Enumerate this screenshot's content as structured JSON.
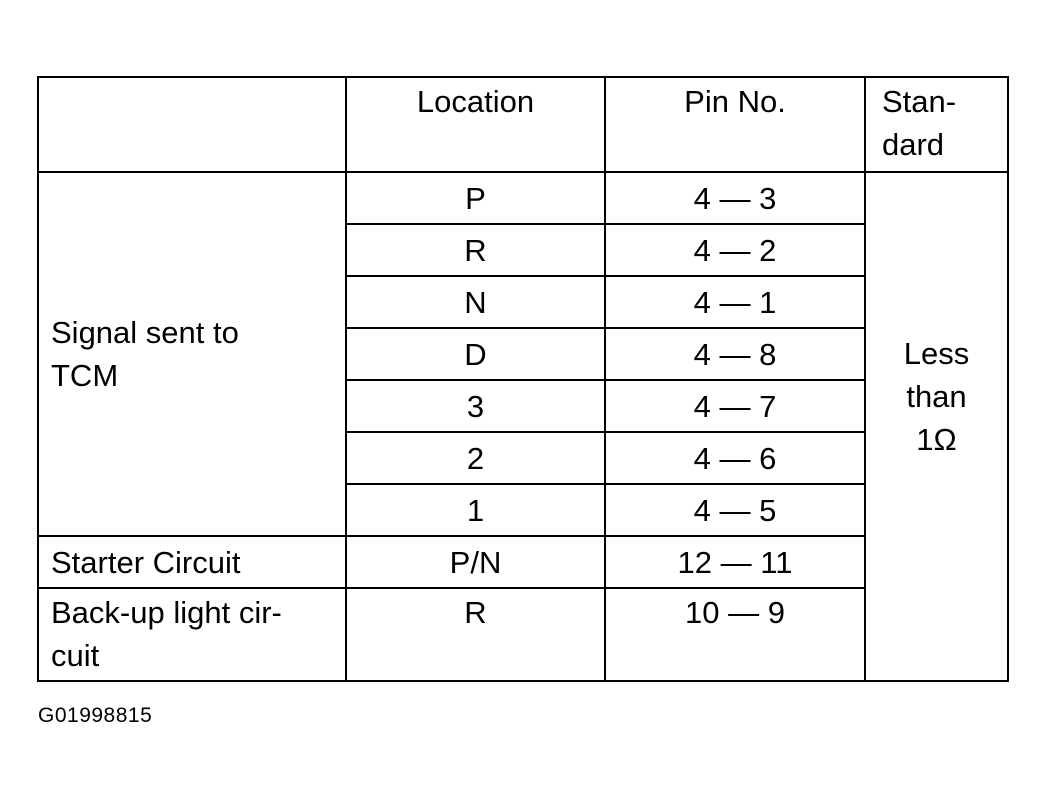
{
  "table": {
    "headers": {
      "blank": "",
      "location": "Location",
      "pin_no": "Pin No.",
      "standard_line1": "Stan-",
      "standard_line2": "dard"
    },
    "groups": {
      "signal": {
        "label_line1": "Signal sent to",
        "label_line2": "TCM"
      },
      "starter": {
        "label": "Starter Circuit"
      },
      "backup": {
        "label_line1": "Back-up light cir-",
        "label_line2": "cuit"
      }
    },
    "rows": [
      {
        "location": "P",
        "pin": "4 — 3"
      },
      {
        "location": "R",
        "pin": "4 — 2"
      },
      {
        "location": "N",
        "pin": "4 — 1"
      },
      {
        "location": "D",
        "pin": "4 — 8"
      },
      {
        "location": "3",
        "pin": "4 — 7"
      },
      {
        "location": "2",
        "pin": "4 — 6"
      },
      {
        "location": "1",
        "pin": "4 — 5"
      },
      {
        "location": "P/N",
        "pin": "12 — 11"
      },
      {
        "location": "R",
        "pin": "10 — 9"
      }
    ],
    "standard_value": {
      "line1": "Less",
      "line2": "than",
      "line3": "1Ω"
    }
  },
  "figure_code": "G01998815"
}
